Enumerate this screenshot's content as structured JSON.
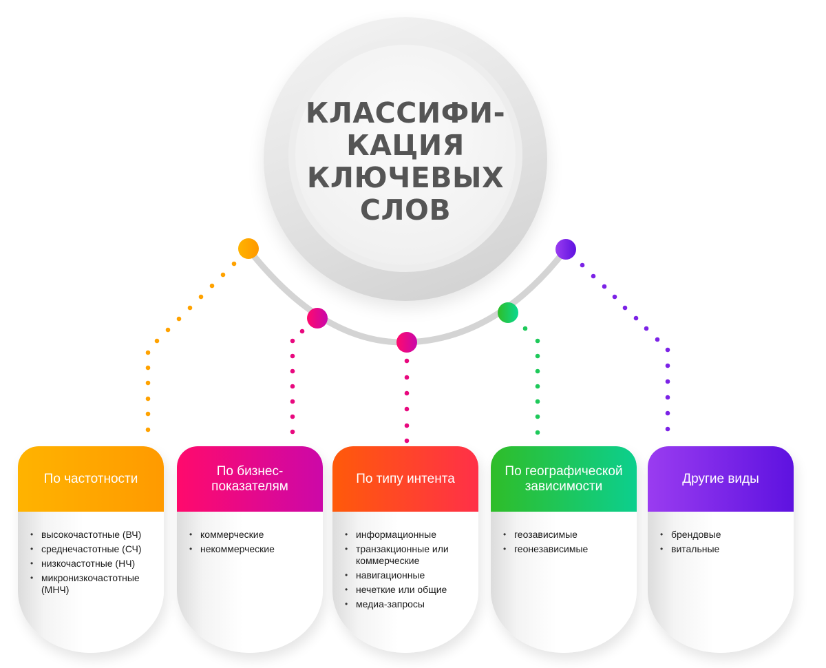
{
  "hub": {
    "title_lines": [
      "КЛАССИФИ-",
      "КАЦИЯ",
      "КЛЮЧЕВЫХ",
      "СЛОВ"
    ]
  },
  "colors": {
    "orange": "#ffa200",
    "pink": "#f0067a",
    "red": "#ff4a1c",
    "green": "#21c45a",
    "purple": "#8a2be2"
  },
  "categories": [
    {
      "title": "По частотности",
      "gradient": [
        "#ffb300",
        "#ff9a00"
      ],
      "dot_color": "#ffa200",
      "items": [
        "высокочастотные (ВЧ)",
        "среднечастотные (СЧ)",
        "низкочастотные (НЧ)",
        "микронизкочастотные (МНЧ)"
      ]
    },
    {
      "title": "По бизнес-показателям",
      "gradient": [
        "#ff0a6c",
        "#cc08a8"
      ],
      "dot_color": "#e8087e",
      "items": [
        "коммерческие",
        "некоммерческие"
      ]
    },
    {
      "title": "По типу интента",
      "gradient": [
        "#ff5a0a",
        "#ff3048"
      ],
      "dot_color": "#e8087e",
      "items": [
        "информационные",
        "транзакционные или коммерческие",
        "навигационные",
        "нечеткие или общие",
        "медиа-запросы"
      ]
    },
    {
      "title": "По географической зависимости",
      "gradient": [
        "#2fbd28",
        "#0ccf8e"
      ],
      "dot_color": "#1ec95a",
      "items": [
        "геозависимые",
        "геонезависимые"
      ]
    },
    {
      "title": "Другие виды",
      "gradient": [
        "#9a3cf0",
        "#5e12e0"
      ],
      "dot_color": "#7b22e6",
      "items": [
        "брендовые",
        "витальные"
      ]
    }
  ]
}
